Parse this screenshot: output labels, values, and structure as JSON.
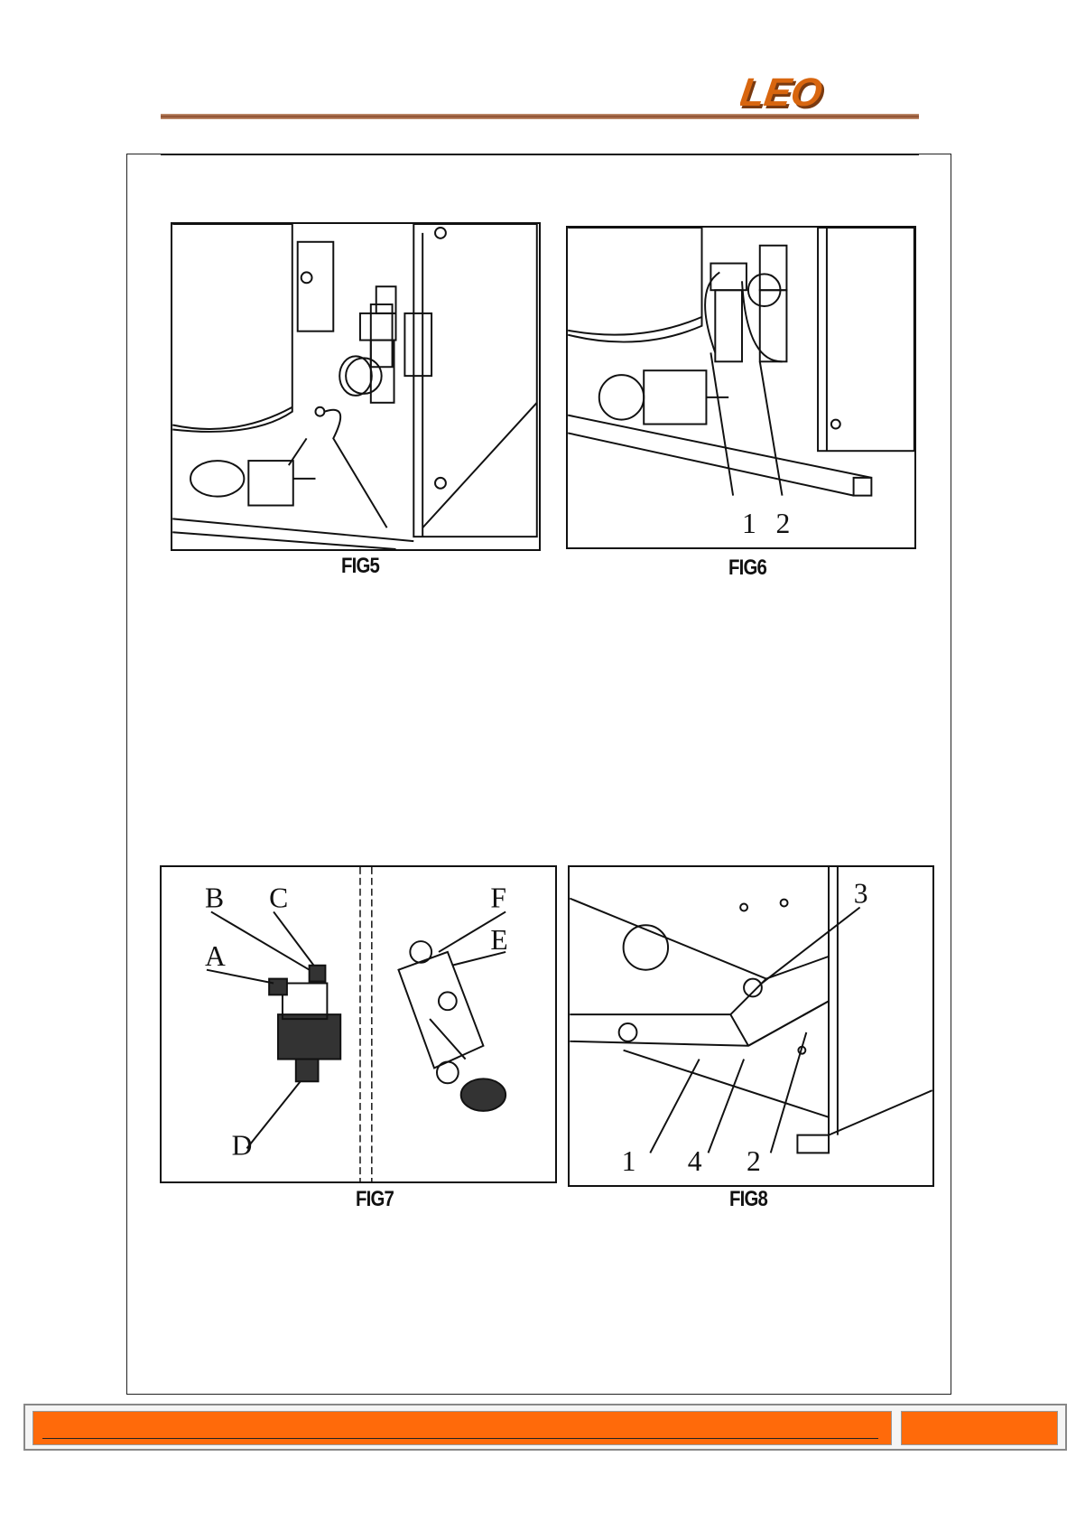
{
  "header": {
    "logo_text": "LEO",
    "logo_colors": {
      "fill": "#d8660f",
      "shadow": "#7a3a10"
    }
  },
  "figures": {
    "fig5": {
      "caption": "FIG5"
    },
    "fig6": {
      "caption": "FIG6",
      "callouts": [
        "1",
        "2"
      ]
    },
    "fig7": {
      "caption": "FIG7",
      "callouts": [
        "B",
        "C",
        "A",
        "D",
        "F",
        "E"
      ]
    },
    "fig8": {
      "caption": "FIG8",
      "callouts": [
        "3",
        "1",
        "4",
        "2"
      ]
    }
  },
  "footer": {
    "bar_color": "#ff6a0a"
  }
}
